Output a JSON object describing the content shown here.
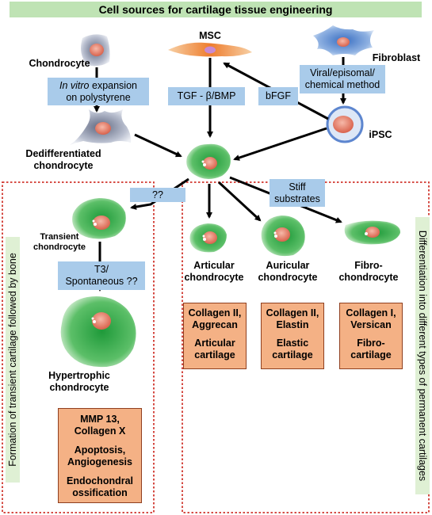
{
  "title": "Cell sources for cartilage tissue engineering",
  "labels": {
    "chondrocyte": "Chondrocyte",
    "msc": "MSC",
    "fibroblast": "Fibroblast",
    "ipsc": "iPSC",
    "dediff_line1": "Dedifferentiated",
    "dediff_line2": "chondrocyte",
    "transient_line1": "Transient",
    "transient_line2": "chondrocyte",
    "hyper_line1": "Hypertrophic",
    "hyper_line2": "chondrocyte",
    "articular_line1": "Articular",
    "articular_line2": "chondrocyte",
    "auricular_line1": "Auricular",
    "auricular_line2": "chondrocyte",
    "fibro_line1": "Fibro-",
    "fibro_line2": "chondrocyte"
  },
  "boxes": {
    "invitro_italic": "In vitro",
    "invitro_rest": " expansion",
    "invitro_line2": "on polystyrene",
    "tgf": "TGF - β/BMP",
    "bfgf": "bFGF",
    "viral_line1": "Viral/episomal/",
    "viral_line2": "chemical method",
    "qq": "??",
    "stiff_line1": "Stiff",
    "stiff_line2": "substrates",
    "t3_line1": "T3/",
    "t3_line2": "Spontaneous ??"
  },
  "results": {
    "hyper": [
      "MMP 13,",
      "Collagen X",
      "",
      "Apoptosis,",
      "Angiogenesis",
      "",
      "Endochondral",
      "ossification"
    ],
    "articular": [
      "Collagen II,",
      "Aggrecan",
      "",
      "Articular",
      "cartilage"
    ],
    "auricular": [
      "Collagen II,",
      "Elastin",
      "",
      "Elastic",
      "cartilage"
    ],
    "fibro": [
      "Collagen I,",
      "Versican",
      "",
      "Fibro-",
      "cartilage"
    ]
  },
  "side_labels": {
    "left": "Formation of transient cartilage followed by bone",
    "right": "Differentiation into different types of permanent cartilages"
  },
  "colors": {
    "title_bg": "#bfe3b4",
    "blue_box": "#a9cbea",
    "orange_box": "#f4b185",
    "dotted_border": "#d0342c",
    "cell_green": "#3fae4f",
    "nucleus": "#e98a78"
  }
}
